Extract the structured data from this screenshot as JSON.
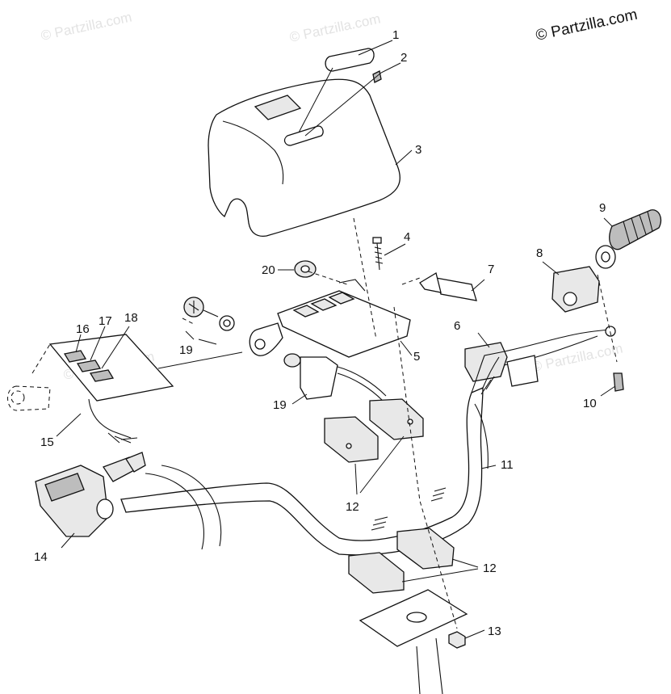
{
  "brand": "© Partzilla.com",
  "watermark": "© Partzilla.com",
  "callouts": {
    "c1": "1",
    "c2": "2",
    "c3": "3",
    "c4": "4",
    "c5": "5",
    "c6": "6",
    "c7": "7",
    "c8": "8",
    "c9": "9",
    "c10": "10",
    "c11": "11",
    "c12a": "12",
    "c12b": "12",
    "c13": "13",
    "c14": "14",
    "c15": "15",
    "c16": "16",
    "c17": "17",
    "c18": "18",
    "c19a": "19",
    "c19b": "19",
    "c20": "20"
  }
}
